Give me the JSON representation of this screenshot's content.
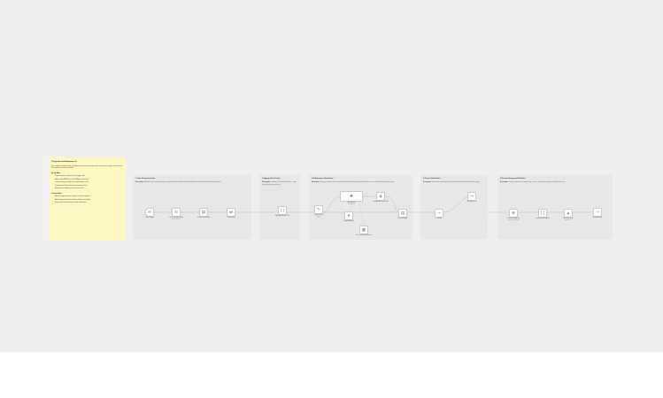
{
  "note": {
    "title": "Classify Email with Autonomous AI",
    "intro": "This workflow monitors Gmail, classifies each incoming message with an autonomous agent, creates Drive files and alerts the team on Slack.",
    "setup_title": "Set Up Steps",
    "setup_steps": [
      "Connect Gmail credentials to the trigger node.",
      "Add an OpenAI API key to the AI Agent chat model.",
      "Create the target Google Drive folder and set its ID.",
      "Configure the Slack channel that receives alerts.",
      "Activate the workflow and send a test email."
    ],
    "tips_title": "Customization",
    "tips": [
      "Adjust the agent system prompt to change categories.",
      "Add more branches to the Switch node for new labels.",
      "Replace Slack with Teams or email notifications."
    ]
  },
  "sections": [
    {
      "title": "1. Intake & Preprocess Email",
      "desc_label": "Description:",
      "desc": "Watches Gmail for new messages, extracts the body, attachments and metadata, then normalizes the content for the agent."
    },
    {
      "title": "2. Aggregate Email Content",
      "desc_label": "Description:",
      "desc": "Combines all extracted parts into a single text payload for classification."
    },
    {
      "title": "3. AI Autonomous Classification",
      "desc_label": "Description:",
      "desc": "The agent reasons over the email with a chat model, memory and tools, then returns a structured category and priority."
    },
    {
      "title": "4. Route by Classification",
      "desc_label": "Description:",
      "desc": "Sends each email down the right branch depending on the returned category."
    },
    {
      "title": "5. Document Storage and Notification",
      "desc_label": "Description:",
      "desc": "Creates a document in Google Drive, shares it and posts a summary to Slack for the team."
    }
  ],
  "nodes": [
    {
      "label": "Gmail Trigger",
      "sub": "",
      "icon": "✉",
      "icon_name": "gmail-icon"
    },
    {
      "label": "Get a message details",
      "sub": "get: message",
      "icon": "N",
      "icon_name": "notion-icon"
    },
    {
      "label": "Extract Email Body",
      "sub": "",
      "icon": "▤",
      "icon_name": "code-icon"
    },
    {
      "label": "Clean Email",
      "sub": "",
      "icon": "⇄",
      "icon_name": "transform-icon"
    },
    {
      "label": "Aggregate Email Data",
      "sub": "",
      "icon": "{ }",
      "icon_name": "aggregate-icon"
    },
    {
      "label": "Prepare for AI",
      "sub": "manual",
      "icon": "✎",
      "icon_name": "edit-fields-icon"
    },
    {
      "label": "AI Classifier",
      "sub": "Tools Agent",
      "icon": "✺",
      "icon_name": "ai-agent-icon"
    },
    {
      "label": "OpenRouter Chat Model",
      "sub": "",
      "icon": "◈",
      "icon_name": "chat-model-icon"
    },
    {
      "label": "Parse AI Output",
      "sub": "",
      "icon": "▤",
      "icon_name": "parser-icon"
    },
    {
      "label": "Simple Memory",
      "sub": "",
      "icon": "●",
      "icon_name": "memory-icon"
    },
    {
      "label": "Structured Output Parser",
      "sub": "",
      "icon": "▦",
      "icon_name": "output-parser-icon"
    },
    {
      "label": "Classify",
      "sub": "",
      "icon": "⇢",
      "icon_name": "switch-icon"
    },
    {
      "label": "Route by Class",
      "sub": "",
      "icon": "⤳",
      "icon_name": "route-icon"
    },
    {
      "label": "Create a Google Doc",
      "sub": "create: document",
      "icon": "⊕",
      "icon_name": "google-docs-icon"
    },
    {
      "label": "Prepare Drive Update",
      "sub": "",
      "icon": "{ }",
      "icon_name": "prepare-icon"
    },
    {
      "label": "Upload to Drive",
      "sub": "upload: file",
      "icon": "▲",
      "icon_name": "google-drive-icon"
    },
    {
      "label": "Send Summary",
      "sub": "",
      "icon": "⇢",
      "icon_name": "send-icon"
    },
    {
      "label": "Slack Alert",
      "sub": "post: message",
      "icon": "#",
      "icon_name": "slack-icon"
    }
  ]
}
